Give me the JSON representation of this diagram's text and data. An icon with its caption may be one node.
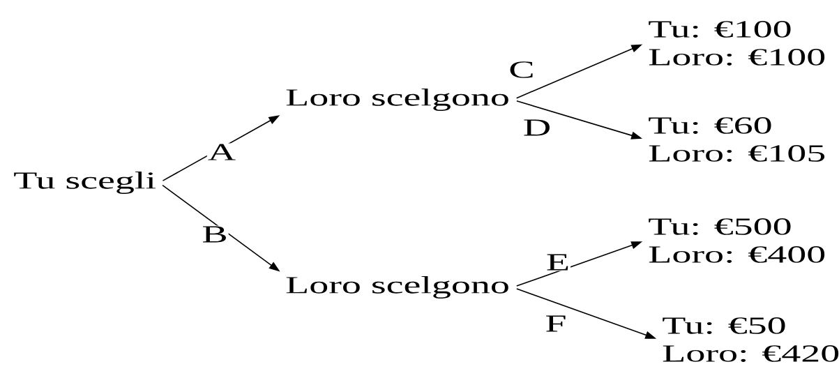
{
  "diagram": {
    "nodes": [
      {
        "text": [
          "Tu scegli"
        ]
      },
      {
        "text": [
          "Loro scelgono"
        ]
      },
      {
        "text": [
          "Loro scelgono"
        ]
      },
      {
        "text": [
          "Tu: €100",
          "Loro: €100"
        ]
      },
      {
        "text": [
          "Tu: €60",
          "Loro: €105"
        ]
      },
      {
        "text": [
          "Tu: €500",
          "Loro: €400"
        ]
      },
      {
        "text": [
          "Tu: €50",
          "Loro: €420"
        ]
      }
    ],
    "edges": [
      {
        "from": 0,
        "to": 1,
        "arrow": "to",
        "label": "A"
      },
      {
        "from": 0,
        "to": 2,
        "arrow": "to",
        "label": "B"
      },
      {
        "from": 1,
        "to": 3,
        "arrow": "to",
        "label": "C"
      },
      {
        "from": 1,
        "to": 4,
        "arrow": "to",
        "label": "D"
      },
      {
        "from": 2,
        "to": 5,
        "arrow": "to",
        "label": "E"
      },
      {
        "from": 2,
        "to": 6,
        "arrow": "to",
        "label": "F"
      }
    ]
  }
}
